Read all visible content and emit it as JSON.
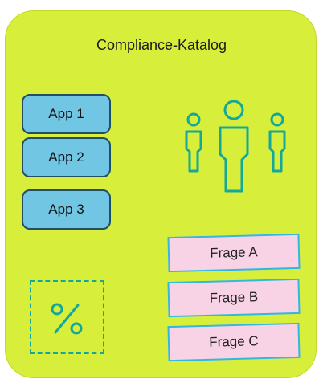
{
  "diagram": {
    "title": "Compliance-Katalog",
    "apps": [
      {
        "label": "App 1"
      },
      {
        "label": "App 2"
      },
      {
        "label": "App 3"
      }
    ],
    "questions": [
      {
        "label": "Frage A"
      },
      {
        "label": "Frage B"
      },
      {
        "label": "Frage C"
      }
    ],
    "icons": {
      "people": "people-icon",
      "percent": "percent-icon"
    },
    "colors": {
      "panel": "#d7ee3a",
      "app_fill": "#71c6e3",
      "app_border": "#234f66",
      "question_fill": "#f8d3e6",
      "question_border": "#33b8dd",
      "icon_teal": "#14a89b"
    }
  }
}
